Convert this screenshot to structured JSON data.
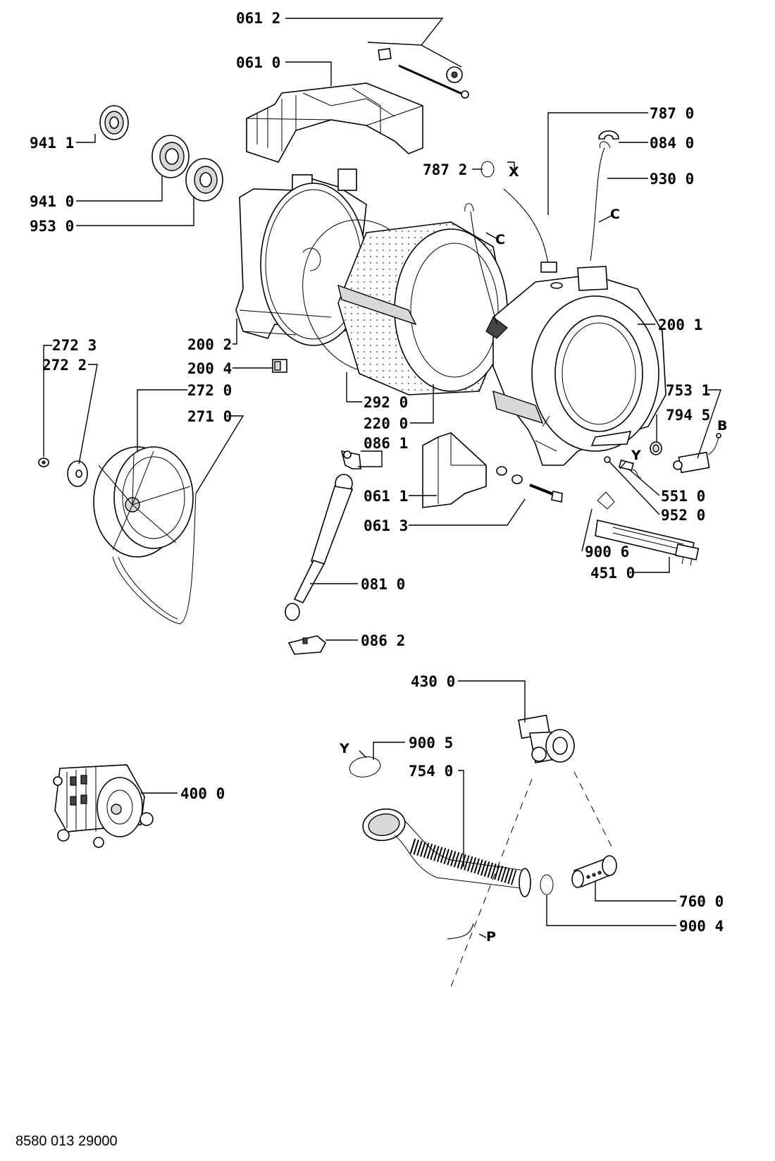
{
  "diagram": {
    "labels": {
      "p0612": "061 2",
      "p0610": "061 0",
      "p9411": "941 1",
      "p9410": "941 0",
      "p9530": "953 0",
      "p7870": "787 0",
      "p0840": "084 0",
      "p7872": "787 2",
      "p9300": "930 0",
      "p2001": "200 1",
      "p2002": "200 2",
      "p2004": "200 4",
      "p2723": "272 3",
      "p2722": "272 2",
      "p2720": "272 0",
      "p2710": "271 0",
      "p2920": "292 0",
      "p2200": "220 0",
      "p7531": "753 1",
      "p7945": "794 5",
      "p0861": "086 1",
      "p0611": "061 1",
      "p0613": "061 3",
      "p5510": "551 0",
      "p9520": "952 0",
      "p9006": "900 6",
      "p4510": "451 0",
      "p0810": "081 0",
      "p0862": "086 2",
      "p4300": "430 0",
      "p9005": "900 5",
      "p7540": "754 0",
      "p4000": "400 0",
      "p7600": "760 0",
      "p9004": "900 4"
    },
    "letters": {
      "x": "X",
      "c1": "C",
      "c2": "C",
      "b": "B",
      "y1": "Y",
      "y2": "Y",
      "p": "P"
    }
  },
  "document_code": "8580 013 29000"
}
